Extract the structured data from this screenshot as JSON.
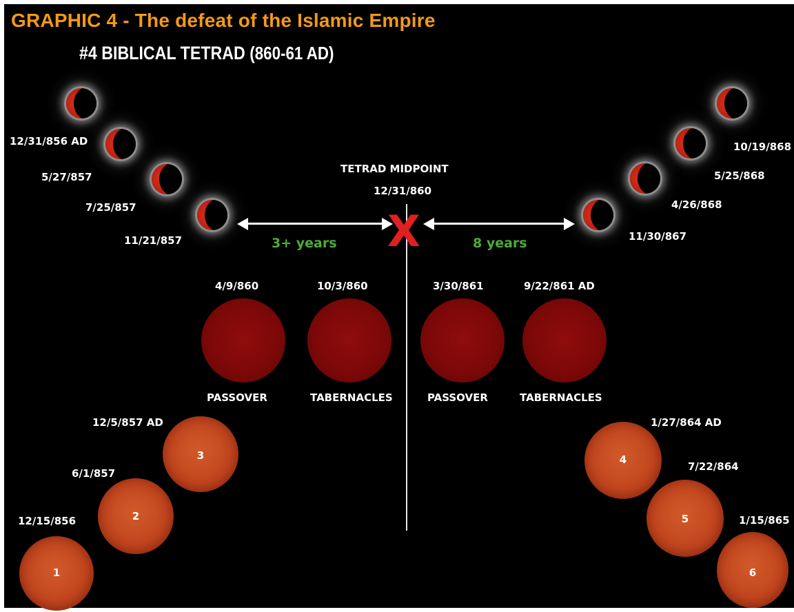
{
  "title": "GRAPHIC 4 - The defeat of the Islamic Empire",
  "subtitle": "#4 BIBLICAL TETRAD",
  "subtitle_years": "(860-61 AD)",
  "midpoint": {
    "label": "TETRAD MIDPOINT",
    "date": "12/31/860",
    "marker": "X"
  },
  "spans": {
    "left": "3+ years",
    "right": "8 years"
  },
  "partial_left": [
    "12/31/856 AD",
    "5/27/857",
    "7/25/857",
    "11/21/857"
  ],
  "partial_right": [
    "10/19/868",
    "5/25/868",
    "4/26/868",
    "11/30/867"
  ],
  "tetrad": [
    {
      "date": "4/9/860",
      "feast": "PASSOVER"
    },
    {
      "date": "10/3/860",
      "feast": "TABERNACLES"
    },
    {
      "date": "3/30/861",
      "feast": "PASSOVER"
    },
    {
      "date": "9/22/861 AD",
      "feast": "TABERNACLES"
    }
  ],
  "solar_left": [
    {
      "num": "1",
      "date": "12/15/856"
    },
    {
      "num": "2",
      "date": "6/1/857"
    },
    {
      "num": "3",
      "date": "12/5/857 AD"
    }
  ],
  "solar_right": [
    {
      "num": "4",
      "date": "1/27/864 AD"
    },
    {
      "num": "5",
      "date": "7/22/864"
    },
    {
      "num": "6",
      "date": "1/15/865"
    }
  ],
  "colors": {
    "title": "#f39a17",
    "span_text": "#4dac37",
    "marker": "#e02020",
    "blood_moon": "#7d0808",
    "solar": "#c2461e"
  }
}
